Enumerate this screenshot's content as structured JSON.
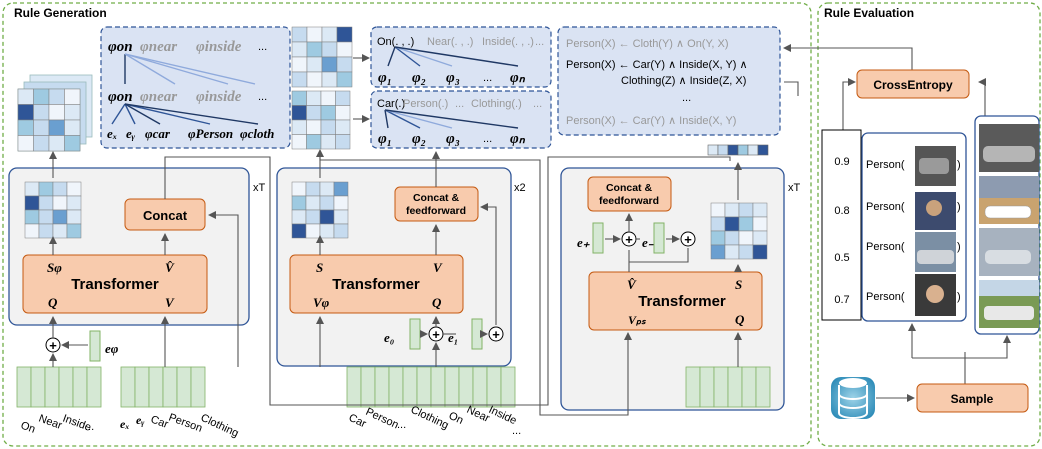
{
  "sections": {
    "rule_generation": "Rule Generation",
    "rule_evaluation": "Rule Evaluation"
  },
  "block1": {
    "transformer": "Transformer",
    "concat": "Concat",
    "repeat": "xT",
    "s_phi": "Sφ",
    "q": "Q",
    "v_hat": "V̂",
    "v": "V",
    "e_phi": "eφ",
    "tokens_left": [
      "On",
      "Near",
      "Inside",
      "..."
    ],
    "tokens_right": [
      "eₓ",
      "eᵧ",
      "Car",
      "Person",
      "Clothing"
    ]
  },
  "block2": {
    "transformer": "Transformer",
    "concat": "Concat & feedforward",
    "repeat": "x2",
    "s": "S",
    "v": "V",
    "v_phi": "Vφ",
    "q": "Q",
    "e0": "e₀",
    "e1": "e₁",
    "tokens": [
      "Car",
      "Person",
      "...",
      "Clothing",
      "On",
      "Near",
      "Inside",
      "..."
    ]
  },
  "block3": {
    "transformer": "Transformer",
    "concat": "Concat & feedforward",
    "repeat": "xT",
    "v_hat": "V̂",
    "s": "S",
    "v_ps": "Vₚₛ",
    "q": "Q",
    "e_plus": "e₊",
    "e_minus": "e₋"
  },
  "tree1": {
    "top": [
      "φon",
      "φnear",
      "φinside",
      "..."
    ],
    "mid": [
      "φon",
      "φnear",
      "φinside",
      "..."
    ],
    "bottom": [
      "eₓ",
      "eᵧ",
      "φcar",
      "φPerson",
      "φcloth"
    ]
  },
  "tree2": {
    "header": [
      "On(. , .)",
      "Near(. , .)",
      "Inside(. , .)",
      "..."
    ],
    "phis": [
      "φ₁",
      "φ₂",
      "φ₃",
      "...",
      "φₙ"
    ]
  },
  "tree3": {
    "header": [
      "Car(.)",
      "Person(.)",
      "...",
      "Clothing(.)",
      "..."
    ],
    "phis": [
      "φ₁",
      "φ₂",
      "φ₃",
      "...",
      "φₙ"
    ]
  },
  "rules": [
    "Person(X) ← Cloth(Y) ∧ On(Y, X)",
    "Person(X) ← Car(Y) ∧ Inside(X, Y) ∧",
    "Clothing(Z) ∧ Inside(Z, X)",
    "...",
    "Person(X) ← Car(Y) ∧ Inside(X, Y)"
  ],
  "evaluation": {
    "cross_entropy": "CrossEntropy",
    "sample": "Sample",
    "scores": [
      "0.9",
      "0.8",
      "0.5",
      "0.7"
    ],
    "person_labels": [
      "Person(",
      "Person(",
      "Person(",
      "Person("
    ],
    "close_paren": ")"
  },
  "colors": {
    "orange_fill": "#f8cbad",
    "orange_stroke": "#c55a11",
    "green_fill": "#d5e8d4",
    "green_stroke": "#82b366",
    "panel_fill": "#dae3f3",
    "panel_stroke": "#2f5597",
    "section_stroke": "#70ad47",
    "dark_blue": "#1f3864"
  }
}
